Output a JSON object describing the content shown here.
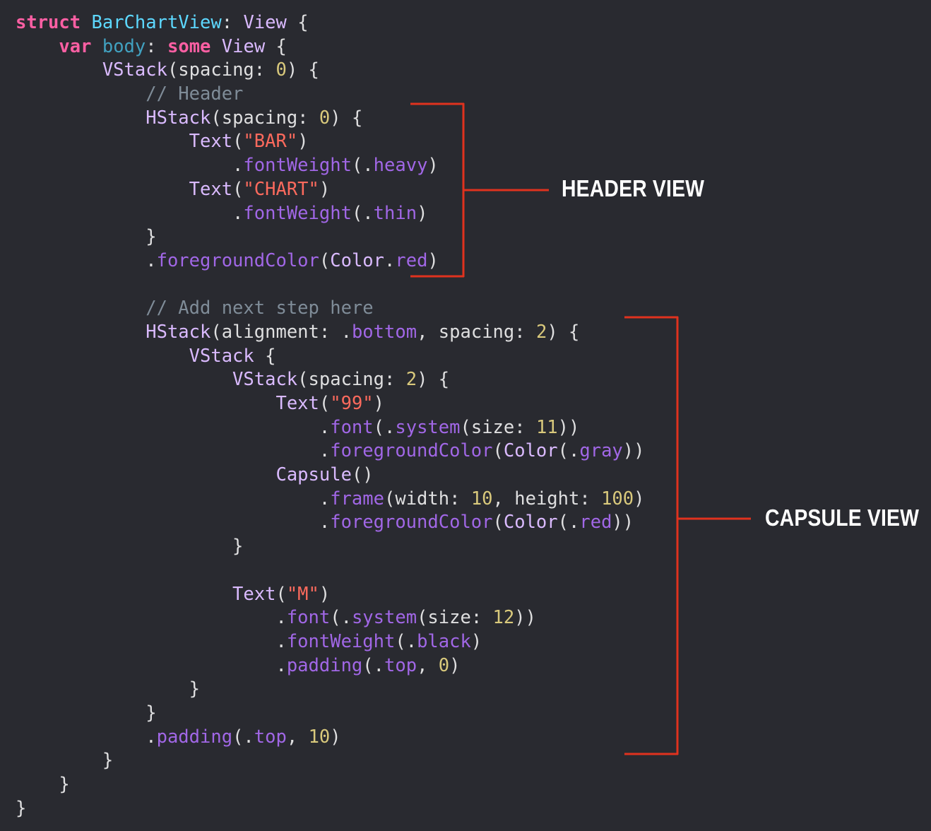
{
  "code_lines": [
    [
      [
        "kw",
        "struct"
      ],
      [
        "pl",
        " "
      ],
      [
        "decl",
        "BarChartView"
      ],
      [
        "pl",
        ": "
      ],
      [
        "type",
        "View"
      ],
      [
        "pl",
        " {"
      ]
    ],
    [
      [
        "pl",
        "    "
      ],
      [
        "kw",
        "var"
      ],
      [
        "pl",
        " "
      ],
      [
        "var",
        "body"
      ],
      [
        "pl",
        ": "
      ],
      [
        "kw",
        "some"
      ],
      [
        "pl",
        " "
      ],
      [
        "type",
        "View"
      ],
      [
        "pl",
        " {"
      ]
    ],
    [
      [
        "pl",
        "        "
      ],
      [
        "type",
        "VStack"
      ],
      [
        "pl",
        "(spacing: "
      ],
      [
        "num",
        "0"
      ],
      [
        "pl",
        ") {"
      ]
    ],
    [
      [
        "pl",
        "            "
      ],
      [
        "cm",
        "// Header"
      ]
    ],
    [
      [
        "pl",
        "            "
      ],
      [
        "type",
        "HStack"
      ],
      [
        "pl",
        "(spacing: "
      ],
      [
        "num",
        "0"
      ],
      [
        "pl",
        ") {"
      ]
    ],
    [
      [
        "pl",
        "                "
      ],
      [
        "type",
        "Text"
      ],
      [
        "pl",
        "("
      ],
      [
        "str",
        "\"BAR\""
      ],
      [
        "pl",
        ")"
      ]
    ],
    [
      [
        "pl",
        "                    ."
      ],
      [
        "fn",
        "fontWeight"
      ],
      [
        "pl",
        "(."
      ],
      [
        "fn",
        "heavy"
      ],
      [
        "pl",
        ")"
      ]
    ],
    [
      [
        "pl",
        "                "
      ],
      [
        "type",
        "Text"
      ],
      [
        "pl",
        "("
      ],
      [
        "str",
        "\"CHART\""
      ],
      [
        "pl",
        ")"
      ]
    ],
    [
      [
        "pl",
        "                    ."
      ],
      [
        "fn",
        "fontWeight"
      ],
      [
        "pl",
        "(."
      ],
      [
        "fn",
        "thin"
      ],
      [
        "pl",
        ")"
      ]
    ],
    [
      [
        "pl",
        "            }"
      ]
    ],
    [
      [
        "pl",
        "            ."
      ],
      [
        "fn",
        "foregroundColor"
      ],
      [
        "pl",
        "("
      ],
      [
        "type",
        "Color"
      ],
      [
        "pl",
        "."
      ],
      [
        "fn",
        "red"
      ],
      [
        "pl",
        ")"
      ]
    ],
    [
      [
        "pl",
        ""
      ]
    ],
    [
      [
        "pl",
        "            "
      ],
      [
        "cm",
        "// Add next step here"
      ]
    ],
    [
      [
        "pl",
        "            "
      ],
      [
        "type",
        "HStack"
      ],
      [
        "pl",
        "(alignment: ."
      ],
      [
        "fn",
        "bottom"
      ],
      [
        "pl",
        ", spacing: "
      ],
      [
        "num",
        "2"
      ],
      [
        "pl",
        ") {"
      ]
    ],
    [
      [
        "pl",
        "                "
      ],
      [
        "type",
        "VStack"
      ],
      [
        "pl",
        " {"
      ]
    ],
    [
      [
        "pl",
        "                    "
      ],
      [
        "type",
        "VStack"
      ],
      [
        "pl",
        "(spacing: "
      ],
      [
        "num",
        "2"
      ],
      [
        "pl",
        ") {"
      ]
    ],
    [
      [
        "pl",
        "                        "
      ],
      [
        "type",
        "Text"
      ],
      [
        "pl",
        "("
      ],
      [
        "str",
        "\"99\""
      ],
      [
        "pl",
        ")"
      ]
    ],
    [
      [
        "pl",
        "                            ."
      ],
      [
        "fn",
        "font"
      ],
      [
        "pl",
        "(."
      ],
      [
        "fn",
        "system"
      ],
      [
        "pl",
        "(size: "
      ],
      [
        "num",
        "11"
      ],
      [
        "pl",
        "))"
      ]
    ],
    [
      [
        "pl",
        "                            ."
      ],
      [
        "fn",
        "foregroundColor"
      ],
      [
        "pl",
        "("
      ],
      [
        "type",
        "Color"
      ],
      [
        "pl",
        "(."
      ],
      [
        "fn",
        "gray"
      ],
      [
        "pl",
        "))"
      ]
    ],
    [
      [
        "pl",
        "                        "
      ],
      [
        "type",
        "Capsule"
      ],
      [
        "pl",
        "()"
      ]
    ],
    [
      [
        "pl",
        "                            ."
      ],
      [
        "fn",
        "frame"
      ],
      [
        "pl",
        "(width: "
      ],
      [
        "num",
        "10"
      ],
      [
        "pl",
        ", height: "
      ],
      [
        "num",
        "100"
      ],
      [
        "pl",
        ")"
      ]
    ],
    [
      [
        "pl",
        "                            ."
      ],
      [
        "fn",
        "foregroundColor"
      ],
      [
        "pl",
        "("
      ],
      [
        "type",
        "Color"
      ],
      [
        "pl",
        "(."
      ],
      [
        "fn",
        "red"
      ],
      [
        "pl",
        "))"
      ]
    ],
    [
      [
        "pl",
        "                    }"
      ]
    ],
    [
      [
        "pl",
        ""
      ]
    ],
    [
      [
        "pl",
        "                    "
      ],
      [
        "type",
        "Text"
      ],
      [
        "pl",
        "("
      ],
      [
        "str",
        "\"M\""
      ],
      [
        "pl",
        ")"
      ]
    ],
    [
      [
        "pl",
        "                        ."
      ],
      [
        "fn",
        "font"
      ],
      [
        "pl",
        "(."
      ],
      [
        "fn",
        "system"
      ],
      [
        "pl",
        "(size: "
      ],
      [
        "num",
        "12"
      ],
      [
        "pl",
        "))"
      ]
    ],
    [
      [
        "pl",
        "                        ."
      ],
      [
        "fn",
        "fontWeight"
      ],
      [
        "pl",
        "(."
      ],
      [
        "fn",
        "black"
      ],
      [
        "pl",
        ")"
      ]
    ],
    [
      [
        "pl",
        "                        ."
      ],
      [
        "fn",
        "padding"
      ],
      [
        "pl",
        "(."
      ],
      [
        "fn",
        "top"
      ],
      [
        "pl",
        ", "
      ],
      [
        "num",
        "0"
      ],
      [
        "pl",
        ")"
      ]
    ],
    [
      [
        "pl",
        "                }"
      ]
    ],
    [
      [
        "pl",
        "            }"
      ]
    ],
    [
      [
        "pl",
        "            ."
      ],
      [
        "fn",
        "padding"
      ],
      [
        "pl",
        "(."
      ],
      [
        "fn",
        "top"
      ],
      [
        "pl",
        ", "
      ],
      [
        "num",
        "10"
      ],
      [
        "pl",
        ")"
      ]
    ],
    [
      [
        "pl",
        "        }"
      ]
    ],
    [
      [
        "pl",
        "    }"
      ]
    ],
    [
      [
        "pl",
        "}"
      ]
    ]
  ],
  "annotations": {
    "header_label": "HEADER VIEW",
    "capsule_label": "CAPSULE VIEW",
    "bracket_color": "#e0321e"
  },
  "theme": {
    "background": "#292a30",
    "plain": "#dfdfe0",
    "keyword": "#fc5fa3",
    "type": "#dabaff",
    "declaration": "#5dd8ff",
    "variable": "#41a1c0",
    "number": "#d9c97c",
    "string": "#fc6a5d",
    "function": "#a167e6",
    "comment": "#7f8c98"
  }
}
